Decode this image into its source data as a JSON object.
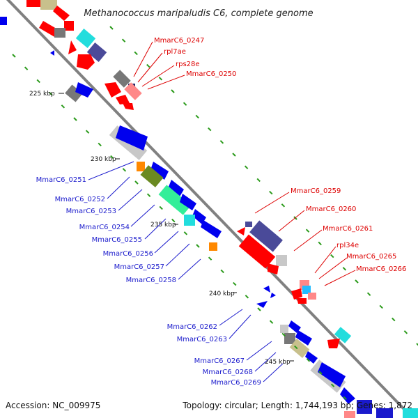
{
  "title": "Methanococcus maripaludis C6, complete genome",
  "accession": "Accession: NC_009975",
  "summary": "Topology: circular; Length: 1,744,193 bp; Genes: 1,872",
  "colors": {
    "backbone": "#808080",
    "tick": "#2a9a1a",
    "label_red": "#dd0000",
    "label_blue": "#1a1acc",
    "kbp_tick": "#111111"
  },
  "kbp_marks": [
    "225 kbp",
    "230 kbp",
    "235 kbp",
    "240 kbp",
    "245 kbp"
  ],
  "gene_labels": {
    "red": [
      "MmarC6_0247",
      "rpl7ae",
      "rps28e",
      "MmarC6_0250",
      "MmarC6_0259",
      "MmarC6_0260",
      "MmarC6_0261",
      "rpl34e",
      "MmarC6_0265",
      "MmarC6_0266"
    ],
    "blue": [
      "MmarC6_0251",
      "MmarC6_0252",
      "MmarC6_0253",
      "MmarC6_0254",
      "MmarC6_0255",
      "MmarC6_0256",
      "MmarC6_0257",
      "MmarC6_0258",
      "MmarC6_0262",
      "MmarC6_0263",
      "MmarC6_0267",
      "MmarC6_0268",
      "MmarC6_0269"
    ]
  }
}
